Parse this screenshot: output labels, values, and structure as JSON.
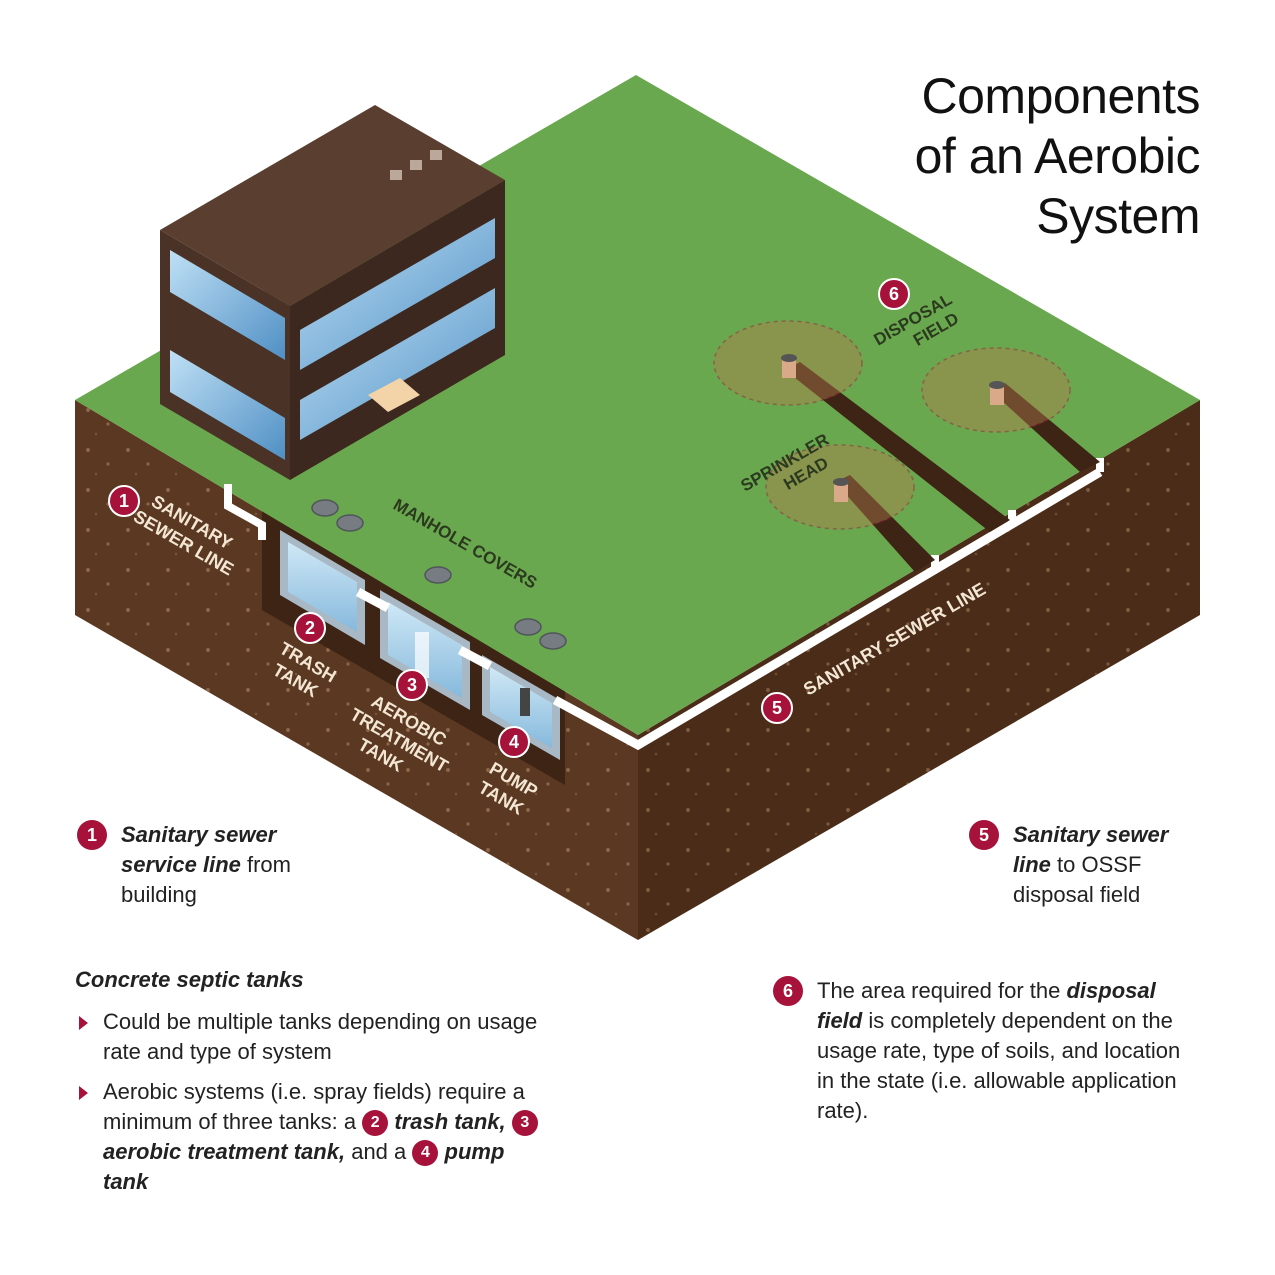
{
  "title": [
    "Components",
    "of an Aerobic",
    "System"
  ],
  "labels": {
    "sanitary_sewer_line_1": [
      "SANITARY",
      "SEWER LINE"
    ],
    "manhole_covers": "MANHOLE COVERS",
    "trash_tank": [
      "TRASH",
      "TANK"
    ],
    "aerobic_treatment_tank": [
      "AEROBIC",
      "TREATMENT",
      "TANK"
    ],
    "pump_tank": [
      "PUMP",
      "TANK"
    ],
    "sanitary_sewer_line_5": "SANITARY SEWER LINE",
    "sprinkler_head": [
      "SPRINKLER",
      "HEAD"
    ],
    "disposal_field": [
      "DISPOSAL",
      "FIELD"
    ]
  },
  "badges": {
    "n1": "1",
    "n2": "2",
    "n3": "3",
    "n4": "4",
    "n5": "5",
    "n6": "6"
  },
  "note1": {
    "bold": "Sanitary sewer service line",
    "rest": " from building"
  },
  "note5": {
    "bold": "Sanitary sewer line",
    "rest": " to OSSF disposal field"
  },
  "note6": {
    "pre": "The area required for the ",
    "bold": "disposal field",
    "post": " is completely dependent on the usage rate, type of soils, and location in the state (i.e. allowable application rate)."
  },
  "tanks": {
    "heading": "Concrete septic tanks",
    "item1": "Could be multiple tanks depending on usage rate and type of system",
    "item2_pre": "Aerobic systems (i.e. spray fields) require a minimum of three tanks:",
    "a": "a",
    "trash": "trash tank,",
    "aerobic": "aerobic treatment tank,",
    "and_a": "and a",
    "pump": "pump tank"
  },
  "colors": {
    "grass": "#6aa84f",
    "soil_left": "#5a3822",
    "soil_right": "#4a2c18",
    "accent": "#a6123a",
    "building": "#4a3226"
  }
}
